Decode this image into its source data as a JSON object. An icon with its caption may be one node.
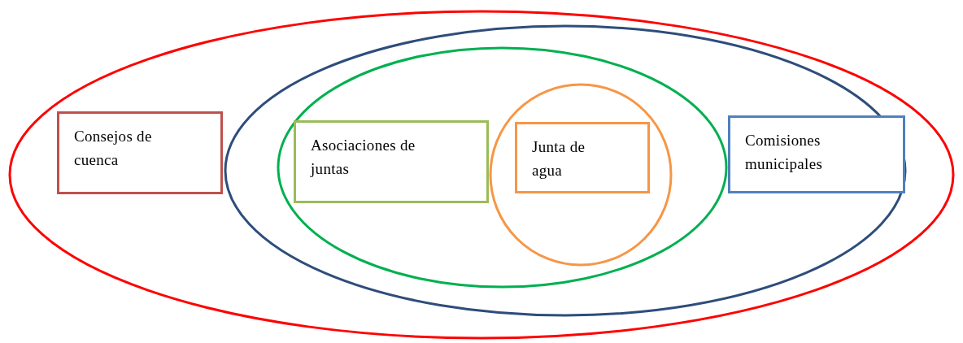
{
  "diagram": {
    "nodes": [
      {
        "text": [],
        "shape": "ellipse"
      },
      {
        "text": [
          "Consejos de cuenca"
        ],
        "in": 0
      },
      {
        "text": [],
        "shape": "ellipse",
        "in": 0
      },
      {
        "text": [],
        "shape": "ellipse",
        "in": 2
      },
      {
        "text": [
          "Asociaciones de juntas"
        ],
        "in": 3
      },
      {
        "text": [],
        "shape": "circle",
        "in": 3
      },
      {
        "text": [
          "Junta de agua"
        ],
        "in": 5
      },
      {
        "text": [
          "Comisiones municipales"
        ],
        "in": 2
      }
    ],
    "edges": []
  }
}
